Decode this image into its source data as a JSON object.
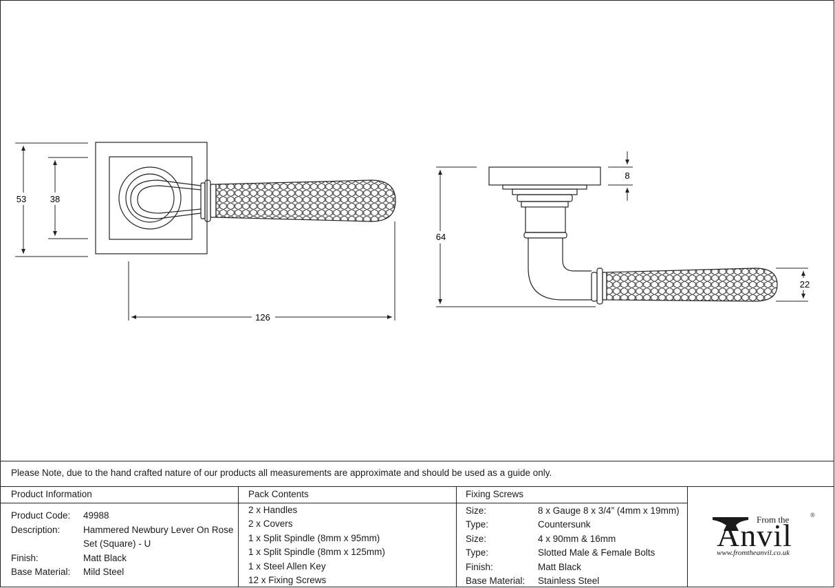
{
  "drawing": {
    "dim_height_outer": "53",
    "dim_height_inner": "38",
    "dim_length": "126",
    "dim_projection": "64",
    "dim_rose_thickness": "8",
    "dim_grip_diameter": "22"
  },
  "note": "Please Note, due to the hand crafted nature of our products all measurements are approximate and should be used as a guide only.",
  "product_info": {
    "heading": "Product Information",
    "rows": [
      {
        "label": "Product Code:",
        "value": "49988"
      },
      {
        "label": "Description:",
        "value": "Hammered Newbury Lever On Rose"
      },
      {
        "label": "",
        "value": "Set (Square) - U"
      },
      {
        "label": "Finish:",
        "value": "Matt Black"
      },
      {
        "label": "Base Material:",
        "value": "Mild Steel"
      }
    ]
  },
  "pack_contents": {
    "heading": "Pack Contents",
    "items": [
      "2 x Handles",
      "2 x Covers",
      "1 x Split Spindle (8mm x 95mm)",
      "1 x Split Spindle (8mm x 125mm)",
      "1 x Steel Allen Key",
      "12 x Fixing Screws"
    ]
  },
  "fixing_screws": {
    "heading": "Fixing Screws",
    "rows": [
      {
        "label": "Size:",
        "value": "8 x Gauge 8 x 3/4” (4mm x 19mm)"
      },
      {
        "label": "Type:",
        "value": "Countersunk"
      },
      {
        "label": "Size:",
        "value": "4 x 90mm & 16mm"
      },
      {
        "label": "Type:",
        "value": "Slotted Male & Female Bolts"
      },
      {
        "label": "Finish:",
        "value": "Matt Black"
      },
      {
        "label": "Base Material:",
        "value": "Stainless Steel"
      }
    ]
  },
  "logo": {
    "from": "From the",
    "name": "Anvil",
    "reg": "®",
    "url": "www.fromtheanvil.co.uk"
  }
}
